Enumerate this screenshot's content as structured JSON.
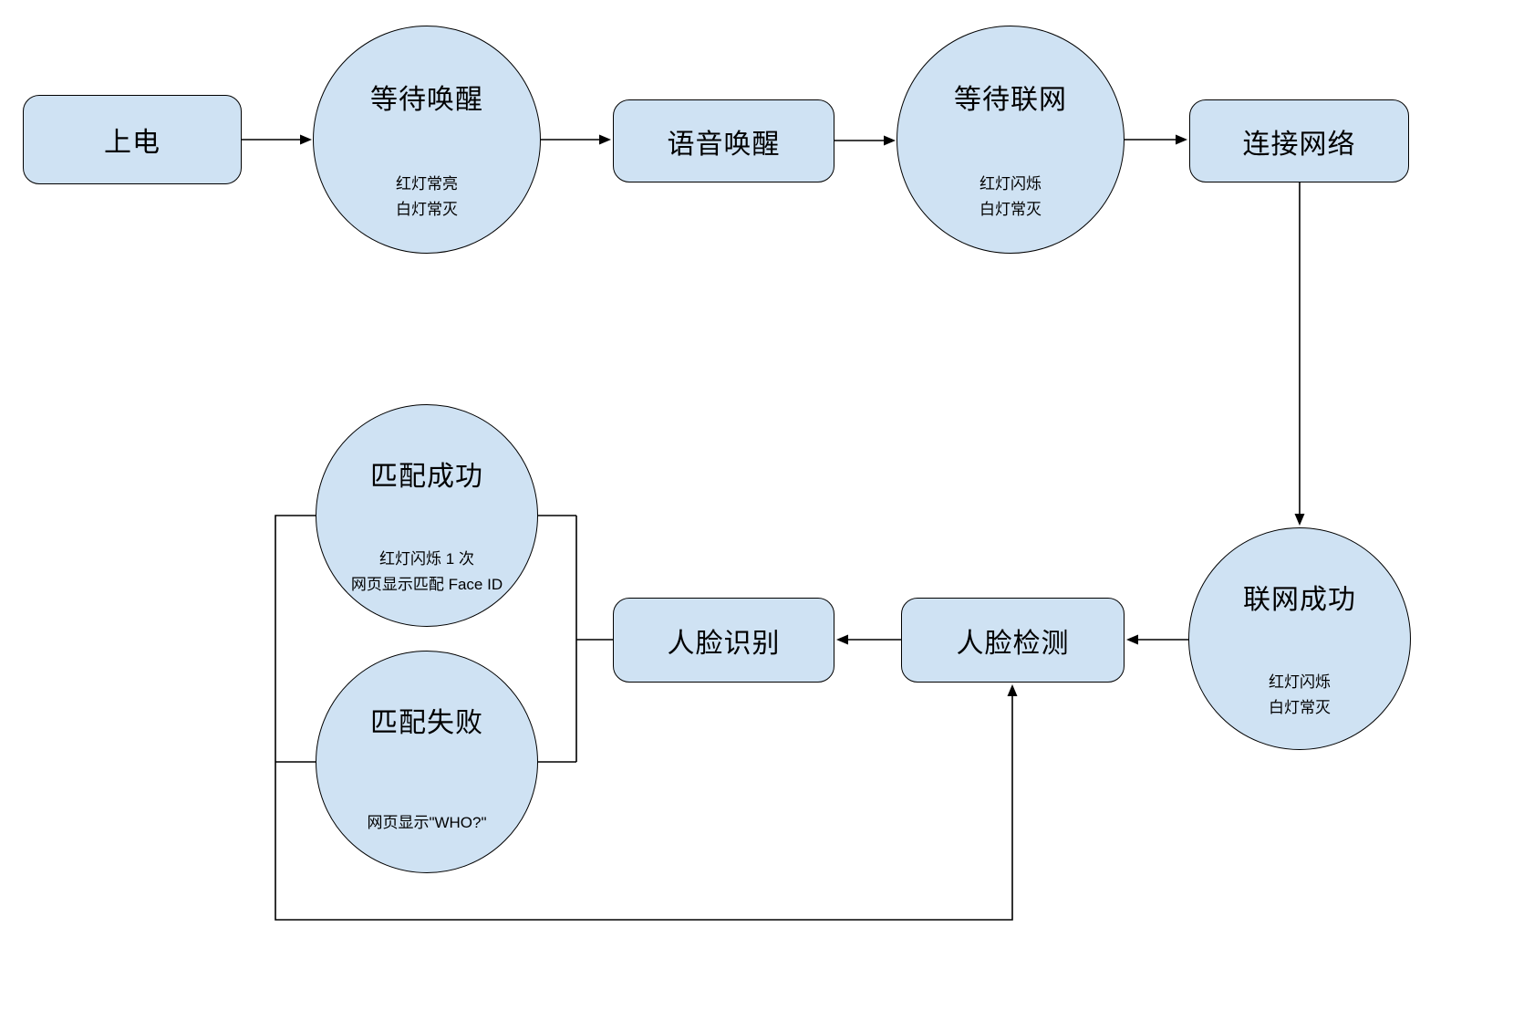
{
  "diagram": {
    "type": "flowchart",
    "colors": {
      "node_fill": "#cfe2f3",
      "node_stroke": "#000000",
      "line": "#000000",
      "background": "#ffffff"
    },
    "nodes": {
      "power_on": {
        "shape": "rounded-rect",
        "label": "上电"
      },
      "wait_wake": {
        "shape": "circle",
        "label": "等待唤醒",
        "lines": [
          "红灯常亮",
          "白灯常灭"
        ]
      },
      "voice_wake": {
        "shape": "rounded-rect",
        "label": "语音唤醒"
      },
      "wait_network": {
        "shape": "circle",
        "label": "等待联网",
        "lines": [
          "红灯闪烁",
          "白灯常灭"
        ]
      },
      "connect_network": {
        "shape": "rounded-rect",
        "label": "连接网络"
      },
      "network_success": {
        "shape": "circle",
        "label": "联网成功",
        "lines": [
          "红灯闪烁",
          "白灯常灭"
        ]
      },
      "face_detect": {
        "shape": "rounded-rect",
        "label": "人脸检测"
      },
      "face_recognize": {
        "shape": "rounded-rect",
        "label": "人脸识别"
      },
      "match_success": {
        "shape": "circle",
        "label": "匹配成功",
        "lines": [
          "红灯闪烁 1 次",
          "网页显示匹配 Face ID"
        ]
      },
      "match_fail": {
        "shape": "circle",
        "label": "匹配失败",
        "lines": [
          "网页显示\"WHO?\""
        ]
      }
    },
    "edges": [
      {
        "from": "power_on",
        "to": "wait_wake",
        "arrow": true
      },
      {
        "from": "wait_wake",
        "to": "voice_wake",
        "arrow": true
      },
      {
        "from": "voice_wake",
        "to": "wait_network",
        "arrow": true
      },
      {
        "from": "wait_network",
        "to": "connect_network",
        "arrow": true
      },
      {
        "from": "connect_network",
        "to": "network_success",
        "arrow": true
      },
      {
        "from": "network_success",
        "to": "face_detect",
        "arrow": true
      },
      {
        "from": "face_detect",
        "to": "face_recognize",
        "arrow": true
      },
      {
        "from": "face_recognize",
        "to": "match_success",
        "arrow": false
      },
      {
        "from": "face_recognize",
        "to": "match_fail",
        "arrow": false
      },
      {
        "from": "match_success",
        "to": "face_detect",
        "arrow": true
      },
      {
        "from": "match_fail",
        "to": "face_detect",
        "arrow": true
      }
    ]
  }
}
